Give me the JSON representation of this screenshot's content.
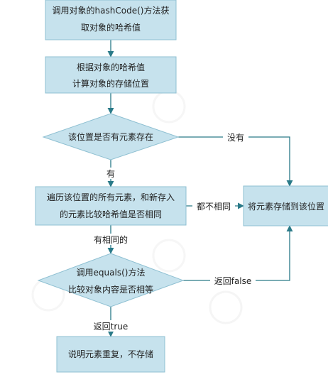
{
  "colors": {
    "box_fill": "#c6e2ed",
    "box_stroke": "#8fc0d2",
    "arrow": "#2a7a88",
    "watermark": "#f0f0f0"
  },
  "nodes": {
    "step1": {
      "line1": "调用对象的hashCode()方法获",
      "line2": "取对象的哈希值"
    },
    "step2": {
      "line1": "根据对象的哈希值",
      "line2": "计算对象的存储位置"
    },
    "decision1": {
      "line1": "该位置是否有元素存在"
    },
    "step3": {
      "line1": "遍历该位置的所有元素，和新存入",
      "line2": "的元素比较哈希值是否相同"
    },
    "store": {
      "line1": "将元素存储到该位置"
    },
    "decision2": {
      "line1": "调用equals()方法",
      "line2": "比较对象内容是否相等"
    },
    "duplicate": {
      "line1": "说明元素重复，不存储"
    }
  },
  "edges": {
    "no": "没有",
    "yes": "有",
    "all_different": "都不相同",
    "has_same": "有相同的",
    "return_false": "返回false",
    "return_true": "返回true"
  }
}
